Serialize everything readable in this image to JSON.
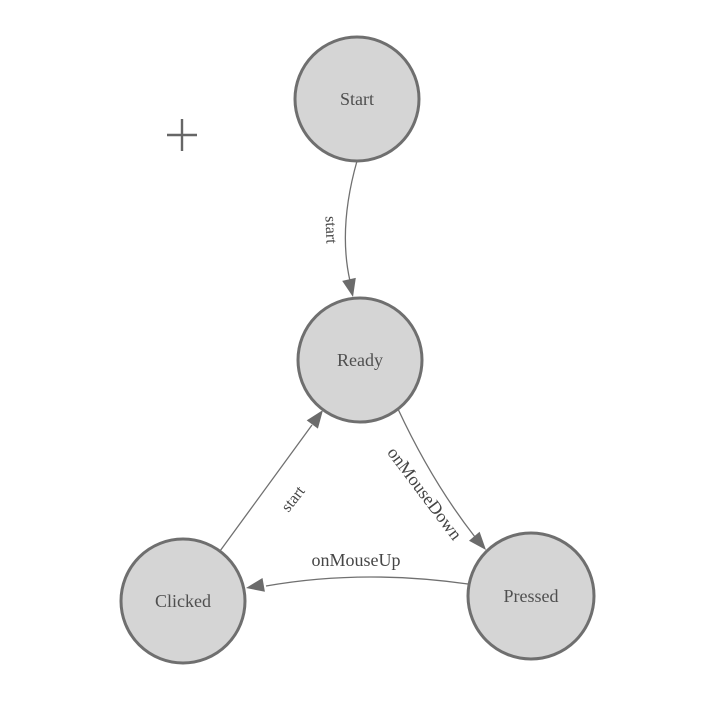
{
  "diagram": {
    "type": "state-machine",
    "nodes": [
      {
        "id": "start",
        "label": "Start"
      },
      {
        "id": "ready",
        "label": "Ready"
      },
      {
        "id": "clicked",
        "label": "Clicked"
      },
      {
        "id": "pressed",
        "label": "Pressed"
      }
    ],
    "edges": [
      {
        "from": "Start",
        "to": "Ready",
        "label": "start"
      },
      {
        "from": "Ready",
        "to": "Pressed",
        "label": "onMouseDown"
      },
      {
        "from": "Pressed",
        "to": "Clicked",
        "label": "onMouseUp"
      },
      {
        "from": "Clicked",
        "to": "Ready",
        "label": "start"
      }
    ],
    "cursor": {
      "icon": "plus-crosshair"
    }
  },
  "colors": {
    "background": "#ffffff",
    "node_fill": "#d5d5d5",
    "node_stroke": "#6f6f6f",
    "node_text": "#4f4f4f",
    "edge_stroke": "#707070",
    "arrow_fill": "#6b6b6b",
    "edge_text": "#454545",
    "cursor_stroke": "#666666"
  }
}
